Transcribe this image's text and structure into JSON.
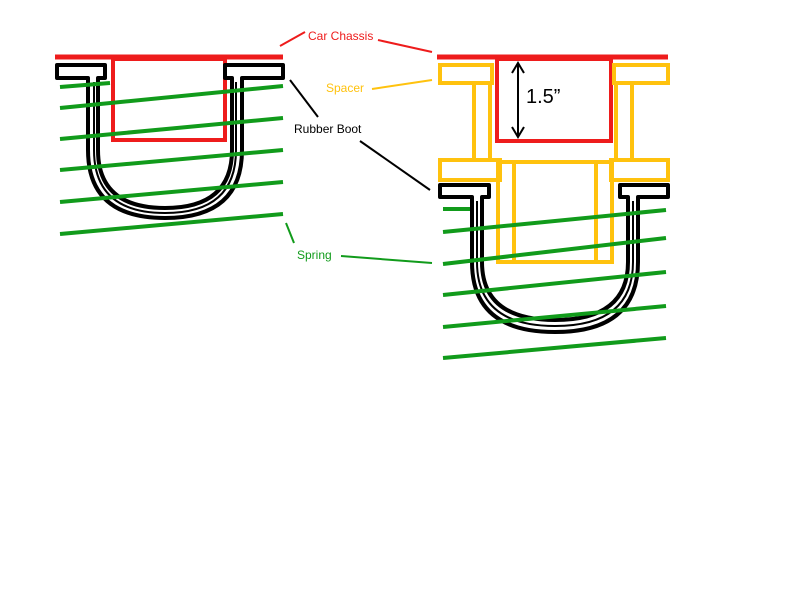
{
  "labels": {
    "car_chassis": "Car Chassis",
    "spacer": "Spacer",
    "rubber_boot": "Rubber Boot",
    "spring": "Spring",
    "dimension": "1.5”"
  },
  "colors": {
    "chassis": "#ee1c1c",
    "spacer": "#ffc20e",
    "boot": "#000000",
    "spring": "#119b1b",
    "background": "#ffffff"
  }
}
